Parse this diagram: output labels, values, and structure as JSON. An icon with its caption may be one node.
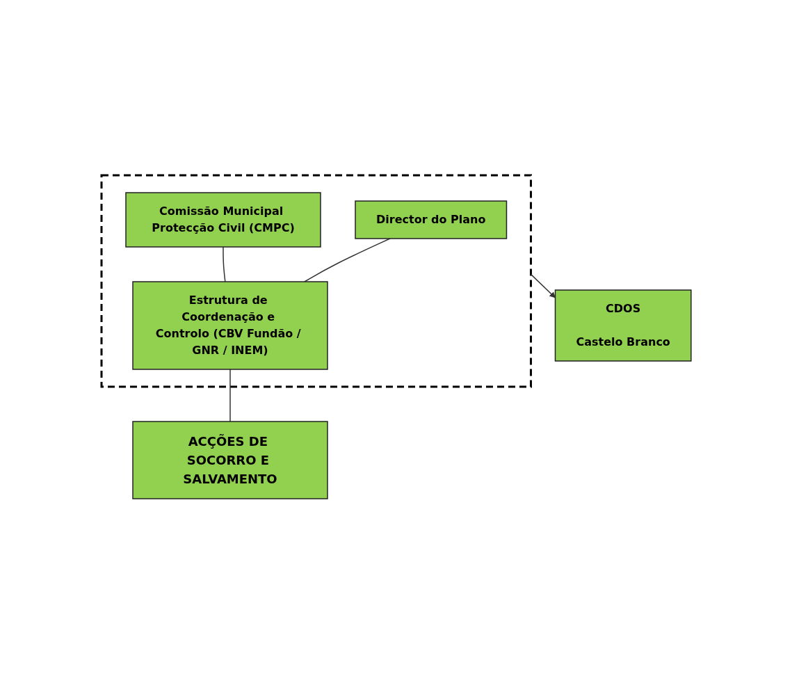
{
  "diagram": {
    "nodes": [
      {
        "text": [
          "CDOS",
          "Castelo Branco"
        ]
      },
      {
        "text": [],
        "shape": "box"
      },
      {
        "text": [
          "Director do Plano"
        ],
        "in": 1
      },
      {
        "text": [
          "Comissão Municipal Protecção Civil (CMPC)"
        ],
        "in": 1
      },
      {
        "text": [
          "Estrutura de Coordenação e Controlo (CBV Fundão / GNR / INEM)"
        ],
        "in": 1
      },
      {
        "text": [
          "ACÇÕES DE SOCORRO E SALVAMENTO"
        ]
      }
    ],
    "edges": [
      {
        "from": 1,
        "to": 0,
        "arrow": "to"
      },
      {
        "from": 2,
        "to": 4,
        "arrow": "none"
      },
      {
        "from": 3,
        "to": 4,
        "arrow": "none"
      },
      {
        "from": 4,
        "to": 5,
        "arrow": "none"
      }
    ]
  }
}
